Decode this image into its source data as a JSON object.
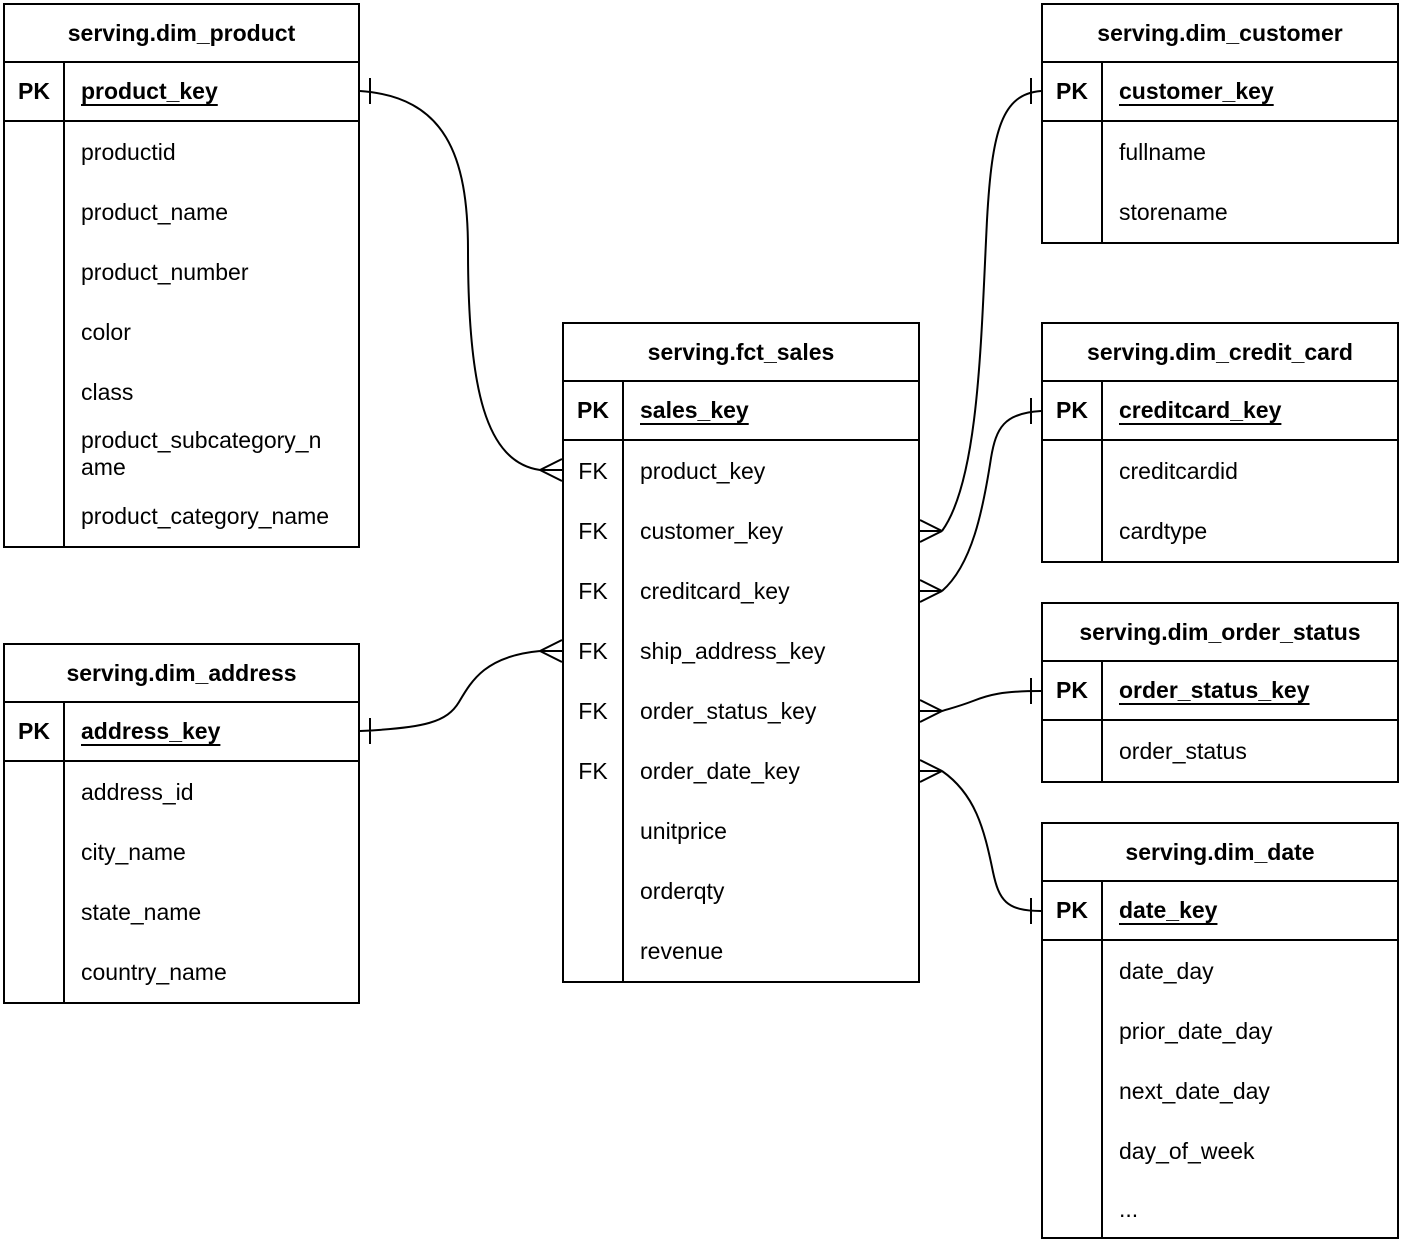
{
  "diagram_type": "entity-relationship",
  "colors": {
    "line": "#000000",
    "text": "#000000",
    "background": "#ffffff"
  },
  "tables": [
    {
      "id": "dim_product",
      "title": "serving.dim_product",
      "pk": {
        "tag": "PK",
        "name": "product_key"
      },
      "rows": [
        {
          "tag": "",
          "name": "productid"
        },
        {
          "tag": "",
          "name": "product_name"
        },
        {
          "tag": "",
          "name": "product_number"
        },
        {
          "tag": "",
          "name": "color"
        },
        {
          "tag": "",
          "name": "class"
        },
        {
          "tag": "",
          "name": "product_subcategory_name"
        },
        {
          "tag": "",
          "name": "product_category_name"
        }
      ]
    },
    {
      "id": "dim_address",
      "title": "serving.dim_address",
      "pk": {
        "tag": "PK",
        "name": "address_key"
      },
      "rows": [
        {
          "tag": "",
          "name": "address_id"
        },
        {
          "tag": "",
          "name": "city_name"
        },
        {
          "tag": "",
          "name": "state_name"
        },
        {
          "tag": "",
          "name": "country_name"
        }
      ]
    },
    {
      "id": "fct_sales",
      "title": "serving.fct_sales",
      "pk": {
        "tag": "PK",
        "name": "sales_key"
      },
      "rows": [
        {
          "tag": "FK",
          "name": "product_key"
        },
        {
          "tag": "FK",
          "name": "customer_key"
        },
        {
          "tag": "FK",
          "name": "creditcard_key"
        },
        {
          "tag": "FK",
          "name": "ship_address_key"
        },
        {
          "tag": "FK",
          "name": "order_status_key"
        },
        {
          "tag": "FK",
          "name": "order_date_key"
        },
        {
          "tag": "",
          "name": "unitprice"
        },
        {
          "tag": "",
          "name": "orderqty"
        },
        {
          "tag": "",
          "name": "revenue"
        }
      ]
    },
    {
      "id": "dim_customer",
      "title": "serving.dim_customer",
      "pk": {
        "tag": "PK",
        "name": "customer_key"
      },
      "rows": [
        {
          "tag": "",
          "name": "fullname"
        },
        {
          "tag": "",
          "name": "storename"
        }
      ]
    },
    {
      "id": "dim_credit_card",
      "title": "serving.dim_credit_card",
      "pk": {
        "tag": "PK",
        "name": "creditcard_key"
      },
      "rows": [
        {
          "tag": "",
          "name": "creditcardid"
        },
        {
          "tag": "",
          "name": "cardtype"
        }
      ]
    },
    {
      "id": "dim_order_status",
      "title": "serving.dim_order_status",
      "pk": {
        "tag": "PK",
        "name": "order_status_key"
      },
      "rows": [
        {
          "tag": "",
          "name": "order_status"
        }
      ]
    },
    {
      "id": "dim_date",
      "title": "serving.dim_date",
      "pk": {
        "tag": "PK",
        "name": "date_key"
      },
      "rows": [
        {
          "tag": "",
          "name": "date_day"
        },
        {
          "tag": "",
          "name": "prior_date_day"
        },
        {
          "tag": "",
          "name": "next_date_day"
        },
        {
          "tag": "",
          "name": "day_of_week"
        },
        {
          "tag": "",
          "name": "..."
        }
      ]
    }
  ],
  "relationships": [
    {
      "one": "serving.dim_product.product_key",
      "many": "serving.fct_sales.product_key"
    },
    {
      "one": "serving.dim_address.address_key",
      "many": "serving.fct_sales.ship_address_key"
    },
    {
      "one": "serving.dim_customer.customer_key",
      "many": "serving.fct_sales.customer_key"
    },
    {
      "one": "serving.dim_credit_card.creditcard_key",
      "many": "serving.fct_sales.creditcard_key"
    },
    {
      "one": "serving.dim_order_status.order_status_key",
      "many": "serving.fct_sales.order_status_key"
    },
    {
      "one": "serving.dim_date.date_key",
      "many": "serving.fct_sales.order_date_key"
    }
  ]
}
